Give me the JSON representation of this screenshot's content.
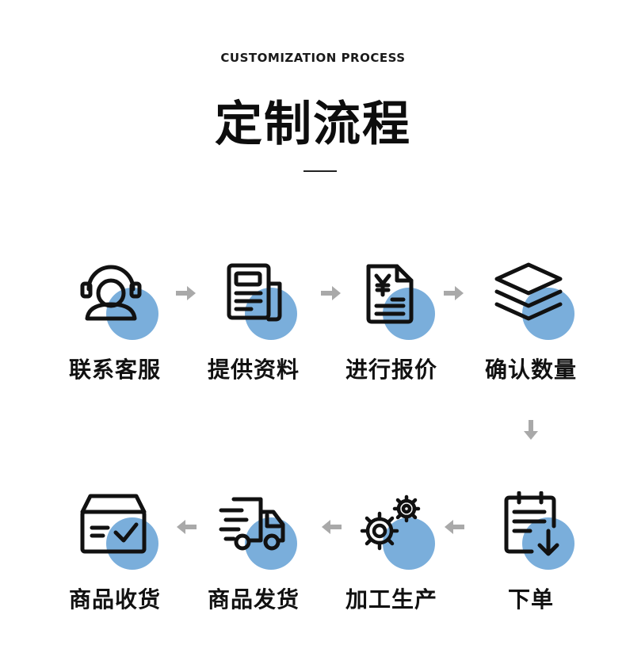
{
  "header": {
    "subtitle": "CUSTOMIZATION PROCESS",
    "title": "定制流程"
  },
  "accent_color": "#7aaedb",
  "icon_color": "#111111",
  "arrow_color": "#a9a9a9",
  "steps": [
    {
      "label": "联系客服",
      "icon": "customer-service-icon"
    },
    {
      "label": "提供资料",
      "icon": "document-icon"
    },
    {
      "label": "进行报价",
      "icon": "quotation-icon"
    },
    {
      "label": "确认数量",
      "icon": "layers-icon"
    },
    {
      "label": "下单",
      "icon": "order-download-icon"
    },
    {
      "label": "加工生产",
      "icon": "gears-icon"
    },
    {
      "label": "商品发货",
      "icon": "delivery-truck-icon"
    },
    {
      "label": "商品收货",
      "icon": "receive-box-icon"
    }
  ]
}
